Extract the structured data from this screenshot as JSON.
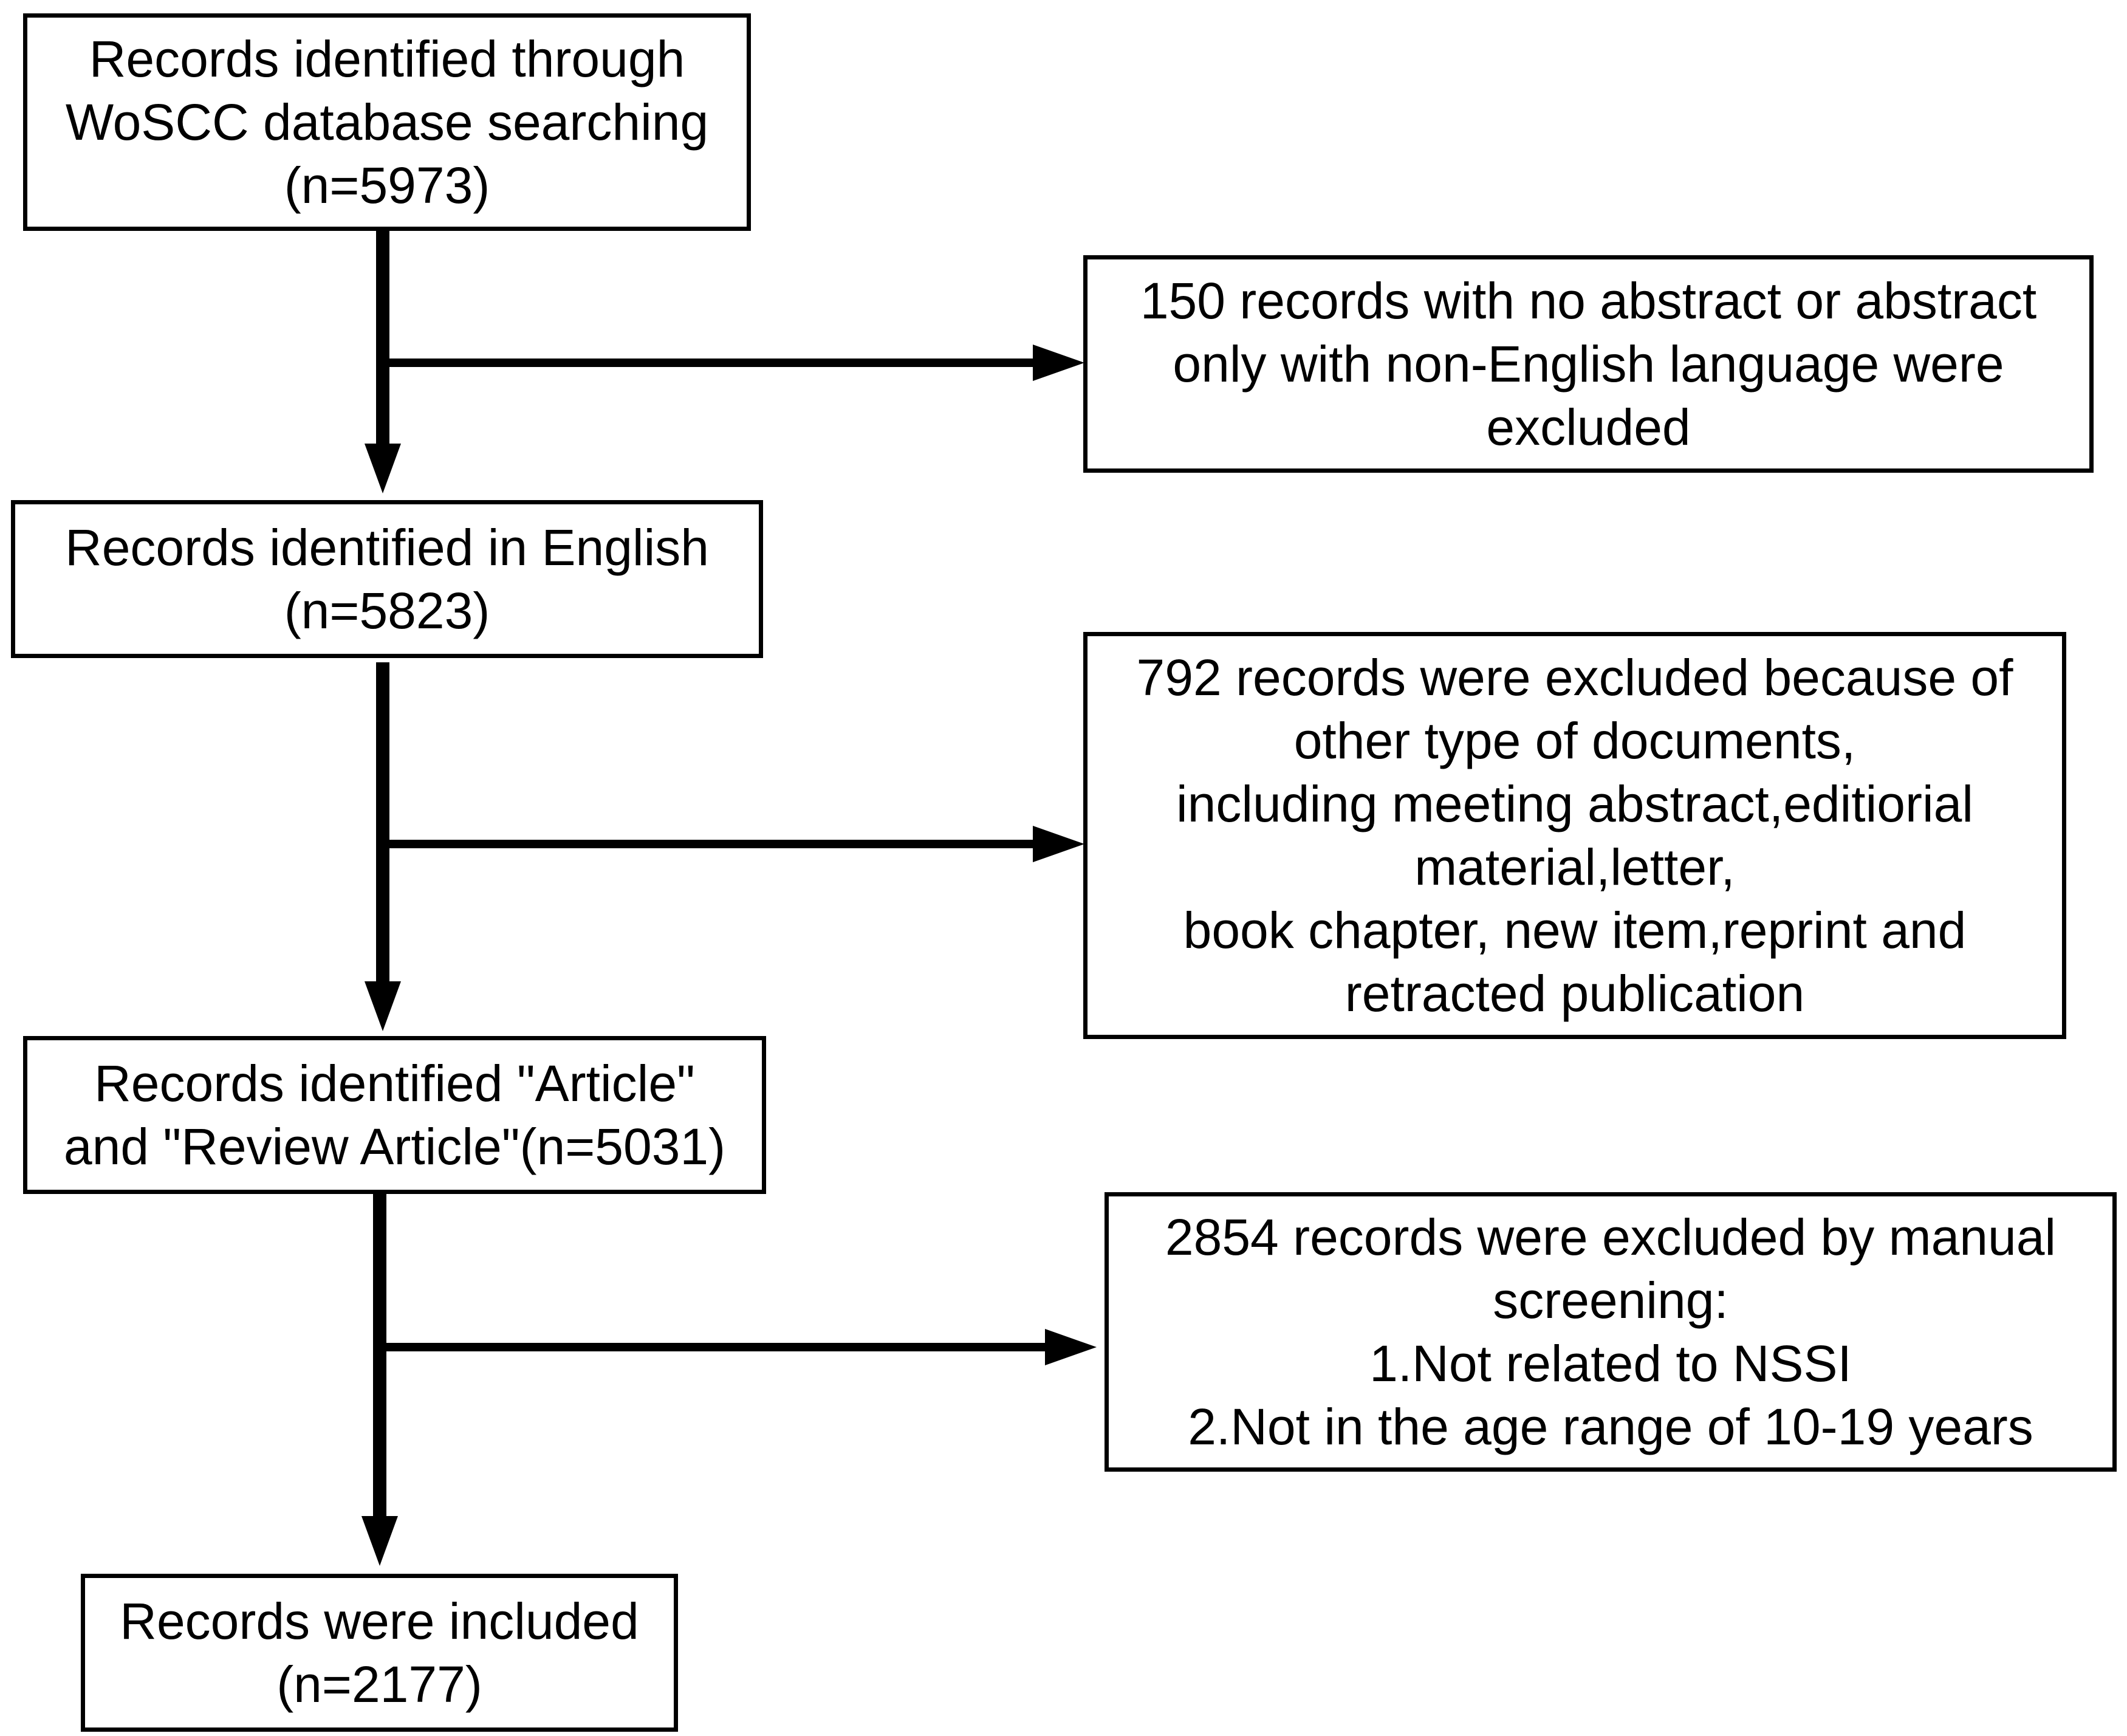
{
  "diagram": {
    "stages": [
      {
        "id": "identified",
        "lines": [
          "Records identified through",
          "WoSCC database searching",
          "(n=5973)"
        ]
      },
      {
        "id": "english",
        "lines": [
          "Records identified  in English",
          "(n=5823)"
        ]
      },
      {
        "id": "article",
        "lines": [
          "Records identified \"Article\"",
          "and \"Review Article\"(n=5031)"
        ]
      },
      {
        "id": "included",
        "lines": [
          "Records were included",
          "(n=2177)"
        ]
      }
    ],
    "exclusions": [
      {
        "id": "excl1",
        "lines": [
          "150 records with no abstract or abstract",
          "only with non-English language were",
          "excluded"
        ]
      },
      {
        "id": "excl2",
        "lines": [
          "792 records were excluded because of",
          "other type of documents,",
          "including meeting abstract,editiorial",
          "material,letter,",
          "book chapter, new item,reprint and",
          "retracted publication"
        ]
      },
      {
        "id": "excl3",
        "lines": [
          "2854 records were excluded by manual",
          "screening:",
          "1.Not related to NSSI",
          "2.Not in the age range of 10-19 years"
        ]
      }
    ]
  }
}
